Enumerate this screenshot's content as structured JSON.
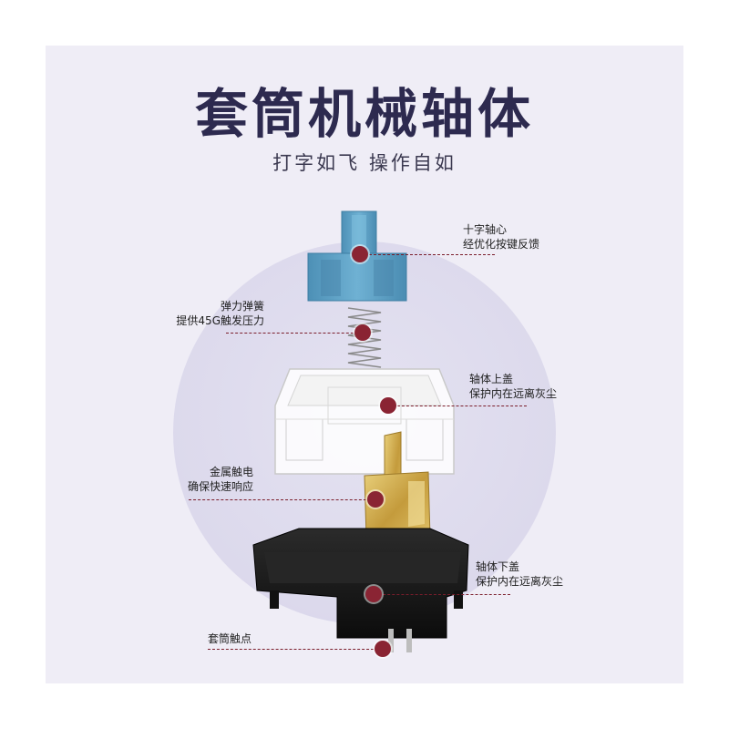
{
  "header": {
    "title": "套筒机械轴体",
    "subtitle": "打字如飞 操作自如"
  },
  "callouts": [
    {
      "line1": "十字轴心",
      "line2": "经优化按键反馈"
    },
    {
      "line1": "弹力弹簧",
      "line2": "提供45G触发压力"
    },
    {
      "line1": "轴体上盖",
      "line2": "保护内在远离灰尘"
    },
    {
      "line1": "金属触电",
      "line2": "确保快速响应"
    },
    {
      "line1": "轴体下盖",
      "line2": "保护内在远离灰尘"
    },
    {
      "line1": "套筒触点",
      "line2": ""
    }
  ],
  "colors": {
    "title": "#2d2a4f",
    "marker": "#8a2433",
    "stem": "#5b9fc4",
    "housing_bottom": "#151515",
    "contact": "#c9a646"
  }
}
